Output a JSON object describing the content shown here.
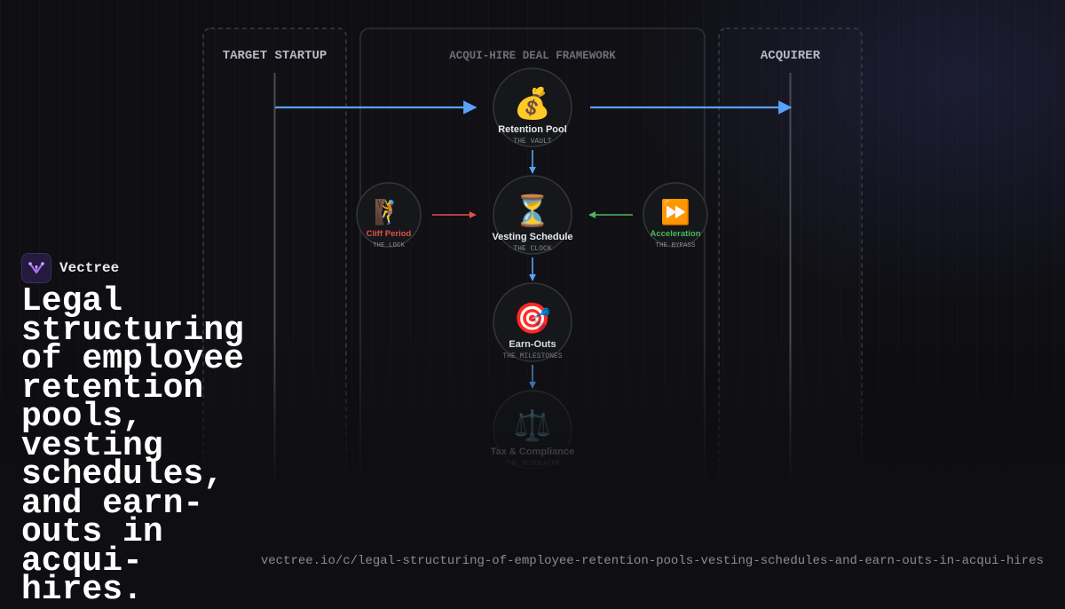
{
  "brand": {
    "name": "Vectree"
  },
  "headline": "Legal structuring of employee retention pools, vesting schedules, and earn-outs in acqui-hires.",
  "url": "vectree.io/c/legal-structuring-of-employee-retention-pools-vesting-schedules-and-earn-outs-in-acqui-hires",
  "diagram": {
    "columns": {
      "left": "TARGET STARTUP",
      "center": "ACQUI-HIRE DEAL FRAMEWORK",
      "right": "ACQUIRER"
    },
    "nodes": {
      "retention": {
        "icon": "💰",
        "title": "Retention Pool",
        "subtitle": "THE VAULT"
      },
      "vesting": {
        "icon": "⏳",
        "title": "Vesting Schedule",
        "subtitle": "THE CLOCK"
      },
      "cliff": {
        "icon": "🧗",
        "title": "Cliff Period",
        "subtitle": "THE LOCK"
      },
      "acceleration": {
        "icon": "⏩",
        "title": "Acceleration",
        "subtitle": "THE BYPASS"
      },
      "earnouts": {
        "icon": "🎯",
        "title": "Earn-Outs",
        "subtitle": "THE MILESTONES"
      },
      "tax": {
        "icon": "⚖️",
        "title": "Tax & Compliance",
        "subtitle": "THE REGULATOR"
      }
    },
    "colors": {
      "blue": "#5aa2f8",
      "red": "#e2504c",
      "green": "#4bb85a",
      "cliff_title": "#e2504c",
      "acceleration_title": "#4bb85a"
    }
  }
}
